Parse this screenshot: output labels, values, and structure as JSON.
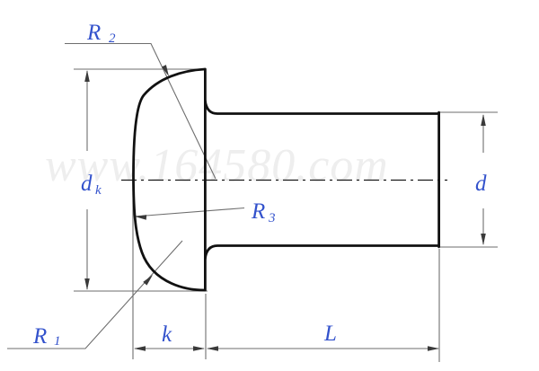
{
  "drawing": {
    "description": "Technical dimension drawing of a round (button) head rivet, side view",
    "watermark": "www.164580.com",
    "colors": {
      "label_blue": "#3352cc",
      "outline_black": "#111111",
      "dimension_gray": "#6e6e6e",
      "watermark_gray": "#eeeeee",
      "background": "#ffffff"
    },
    "labels": {
      "r2": {
        "main": "R",
        "sub": "2"
      },
      "r1": {
        "main": "R",
        "sub": "1"
      },
      "r3": {
        "main": "R",
        "sub": "3"
      },
      "dk": {
        "main": "d",
        "sub": "k"
      },
      "d": {
        "main": "d"
      },
      "k": {
        "main": "k"
      },
      "L": {
        "main": "L"
      }
    }
  }
}
